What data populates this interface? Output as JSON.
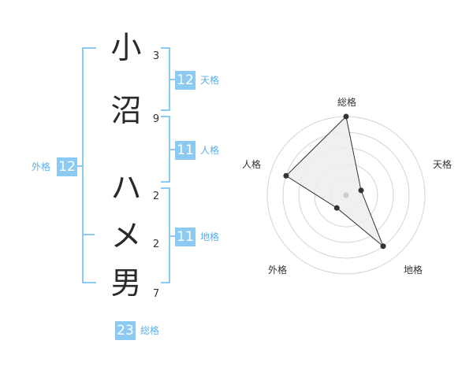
{
  "name": {
    "chars": [
      {
        "char": "小",
        "strokes": "3"
      },
      {
        "char": "沼",
        "strokes": "9"
      },
      {
        "char": "ハ",
        "strokes": "2"
      },
      {
        "char": "メ",
        "strokes": "2"
      },
      {
        "char": "男",
        "strokes": "7"
      }
    ]
  },
  "fortunes": {
    "tenkaku": {
      "value": "12",
      "label": "天格"
    },
    "jinkaku": {
      "value": "11",
      "label": "人格"
    },
    "chikaku": {
      "value": "11",
      "label": "地格"
    },
    "gaikaku": {
      "value": "12",
      "label": "外格"
    },
    "soukaku": {
      "value": "23",
      "label": "総格"
    }
  },
  "radar": {
    "axes": [
      "総格",
      "天格",
      "地格",
      "外格",
      "人格"
    ],
    "levels": 5,
    "values": [
      5,
      1,
      4,
      1,
      4
    ],
    "max": 5,
    "color_fill": "#ededed",
    "color_grid": "#d4d4d4",
    "color_line": "#333333"
  },
  "colors": {
    "accent": "#8ccaf2",
    "label": "#5ab0e6"
  }
}
